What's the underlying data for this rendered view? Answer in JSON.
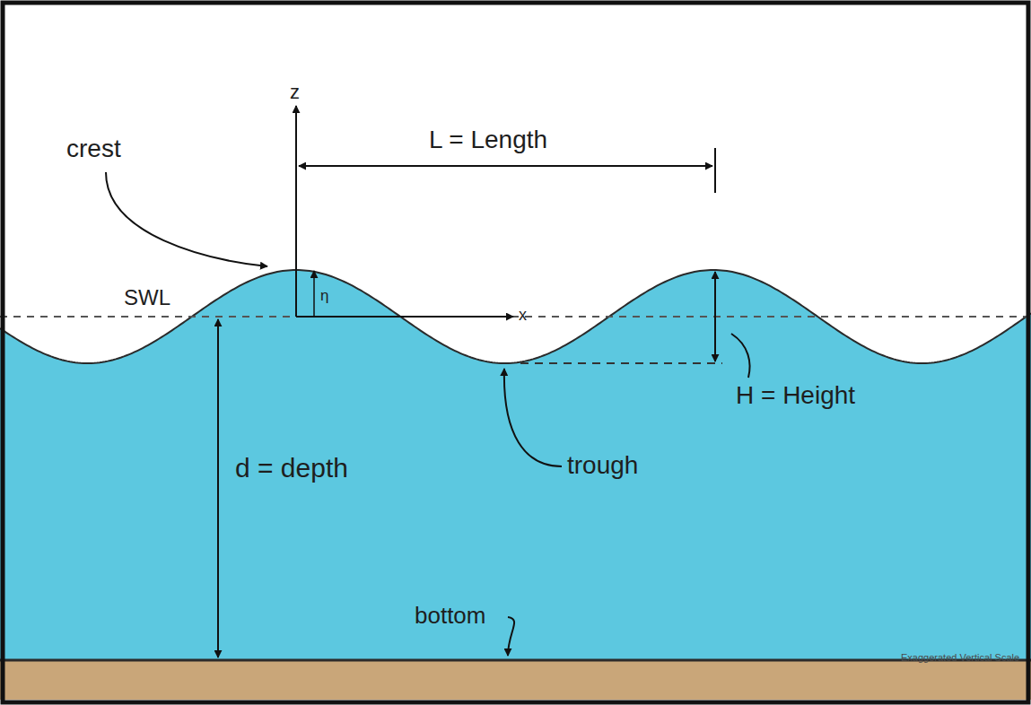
{
  "diagram": {
    "labels": [
      "z",
      "crest",
      "L = Length",
      "SWL",
      "η",
      "x",
      "H = Height",
      "d = depth",
      "trough",
      "bottom",
      "Exaggerated Vertical Scale"
    ]
  }
}
